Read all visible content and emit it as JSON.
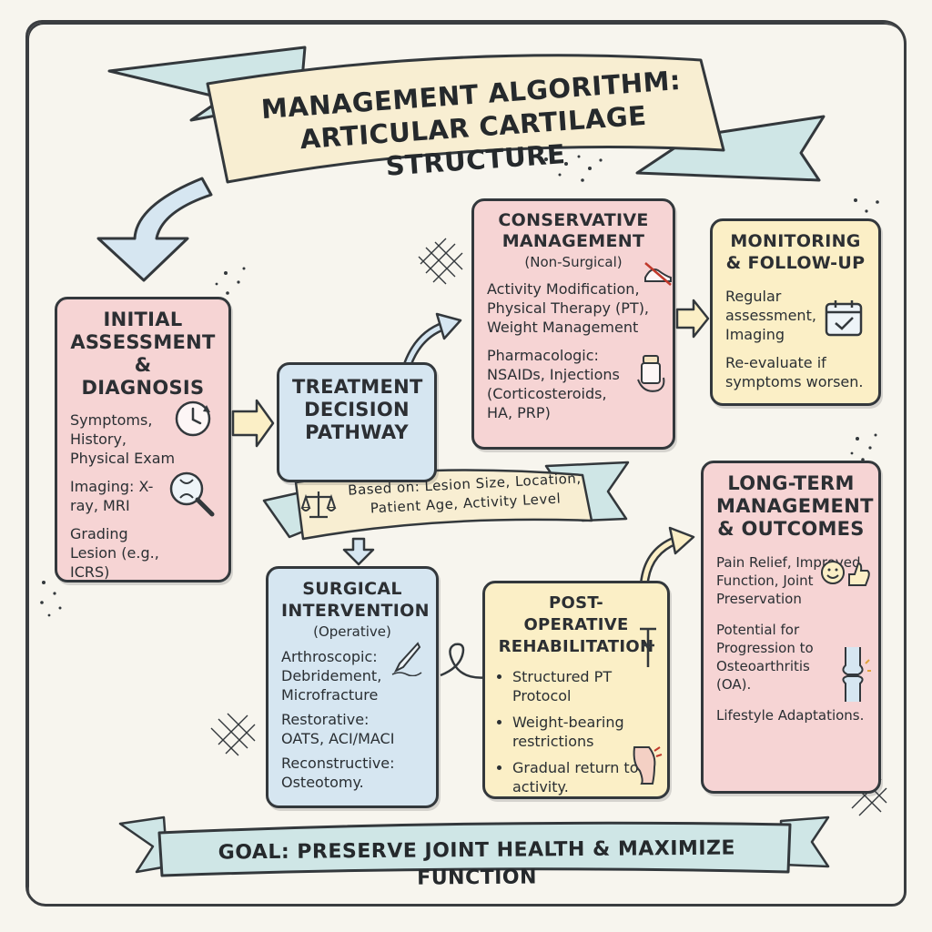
{
  "title": {
    "line1": "MANAGEMENT ALGORITHM:",
    "line2": "ARTICULAR CARTILAGE STRUCTURE"
  },
  "initial": {
    "title": "INITIAL ASSESSMENT & DIAGNOSIS",
    "item1": "Symptoms, History, Physical Exam",
    "item2": "Imaging: X-ray, MRI",
    "item3": "Grading Lesion (e.g., ICRS)"
  },
  "decision": {
    "title": "TREATMENT DECISION PATHWAY",
    "criteria_line1": "Based on: Lesion Size, Location,",
    "criteria_line2": "Patient Age, Activity Level"
  },
  "conservative": {
    "title": "CONSERVATIVE MANAGEMENT",
    "subtitle": "(Non-Surgical)",
    "item1": "Activity Modification, Physical Therapy (PT), Weight Management",
    "item2": "Pharmacologic: NSAIDs, Injections (Corticosteroids, HA, PRP)"
  },
  "monitoring": {
    "title": "MONITORING & FOLLOW-UP",
    "item1": "Regular assessment, Imaging",
    "item2": "Re-evaluate if symptoms worsen."
  },
  "surgical": {
    "title": "SURGICAL INTERVENTION",
    "subtitle": "(Operative)",
    "item1": "Arthroscopic: Debridement, Microfracture",
    "item2": "Restorative: OATS, ACI/MACI",
    "item3": "Reconstructive: Osteotomy."
  },
  "postop": {
    "title": "POST-OPERATIVE REHABILITATION",
    "items": [
      "Structured PT Protocol",
      "Weight-bearing restrictions",
      "Gradual return to activity."
    ]
  },
  "longterm": {
    "title": "LONG-TERM MANAGEMENT & OUTCOMES",
    "item1": "Pain Relief, Improved Function, Joint Preservation",
    "item2": "Potential for Progression to Osteoarthritis (OA).",
    "item3": "Lifestyle Adaptations."
  },
  "goal": "GOAL: PRESERVE JOINT HEALTH & MAXIMIZE FUNCTION",
  "colors": {
    "pink": "#f6d4d4",
    "blue": "#d6e6f1",
    "yellow": "#fbefc6",
    "banner_teal": "#cfe6e6",
    "banner_cream": "#f8eed2",
    "outline": "#33383c"
  }
}
